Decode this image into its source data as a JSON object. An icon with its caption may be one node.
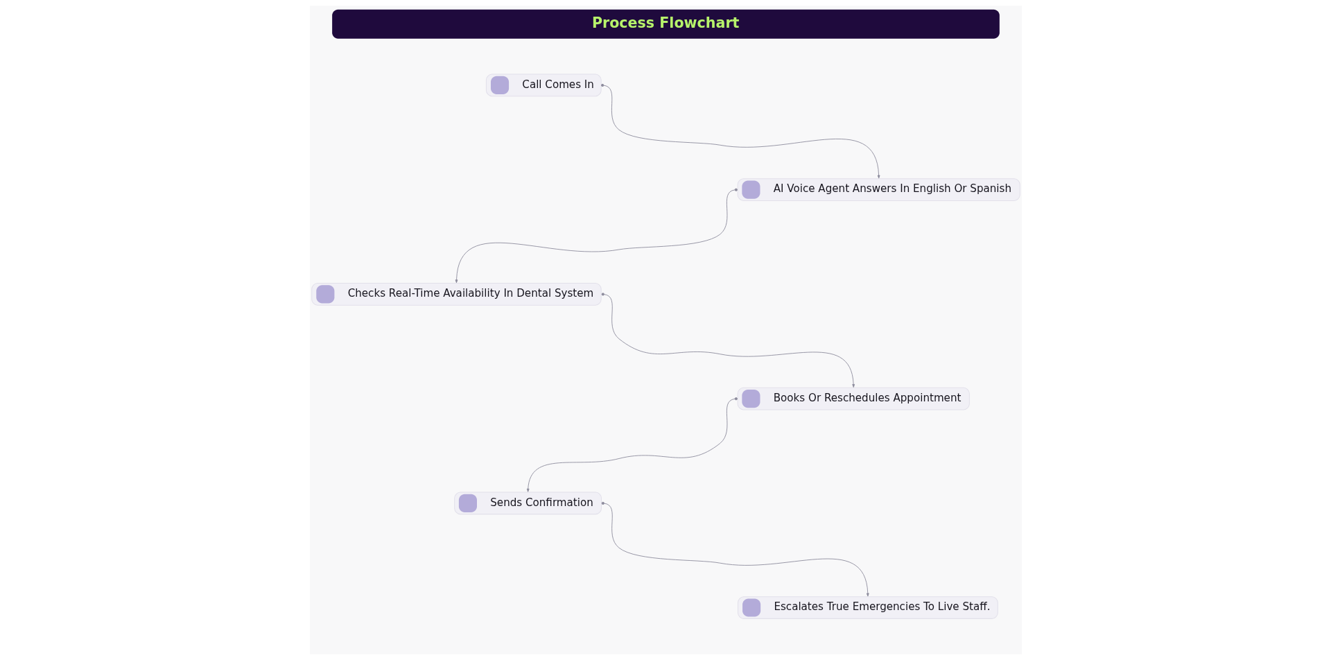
{
  "diagram": {
    "title": "Process Flowchart",
    "nodes": [
      {
        "text": [
          "Call Comes In"
        ]
      },
      {
        "text": [
          "AI Voice Agent Answers In English Or Spanish"
        ]
      },
      {
        "text": [
          "Checks Real-Time Availability In Dental System"
        ]
      },
      {
        "text": [
          "Books Or Reschedules Appointment"
        ]
      },
      {
        "text": [
          "Sends Confirmation"
        ]
      },
      {
        "text": [
          "Escalates True Emergencies To Live Staff."
        ]
      }
    ],
    "edges": [
      {
        "from": 0,
        "to": 1,
        "arrow": "to"
      },
      {
        "from": 1,
        "to": 2,
        "arrow": "to"
      },
      {
        "from": 2,
        "to": 3,
        "arrow": "to"
      },
      {
        "from": 3,
        "to": 4,
        "arrow": "to"
      },
      {
        "from": 4,
        "to": 5,
        "arrow": "to"
      }
    ]
  }
}
